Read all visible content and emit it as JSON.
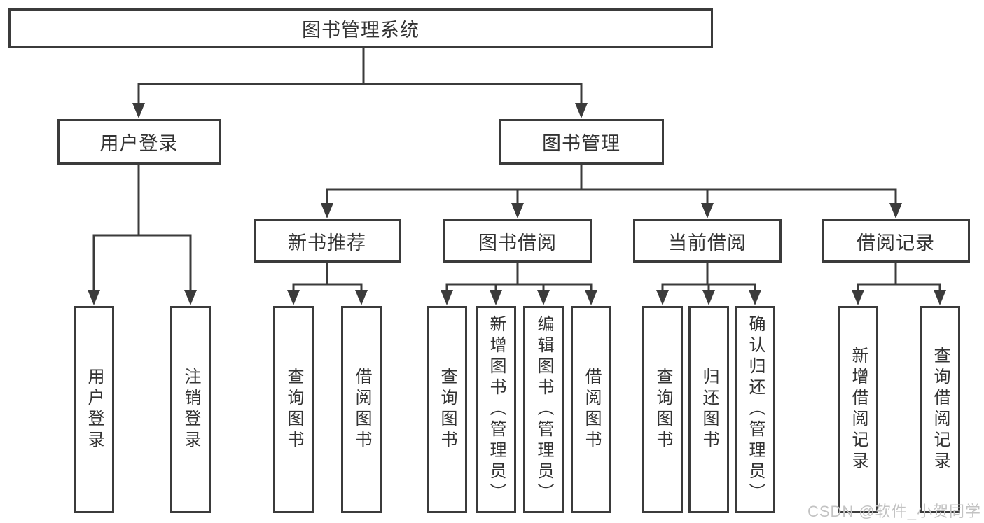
{
  "tree": {
    "root": {
      "label": "图书管理系统"
    },
    "branches": [
      {
        "label": "用户登录",
        "leaves": [
          {
            "label": "用户登录"
          },
          {
            "label": "注销登录"
          }
        ]
      },
      {
        "label": "图书管理",
        "groups": [
          {
            "label": "新书推荐",
            "leaves": [
              {
                "label": "查询图书"
              },
              {
                "label": "借阅图书"
              }
            ]
          },
          {
            "label": "图书借阅",
            "leaves": [
              {
                "label": "查询图书"
              },
              {
                "label": "新增图书（管理员）"
              },
              {
                "label": "编辑图书（管理员）"
              },
              {
                "label": "借阅图书"
              }
            ]
          },
          {
            "label": "当前借阅",
            "leaves": [
              {
                "label": "查询图书"
              },
              {
                "label": "归还图书"
              },
              {
                "label": "确认归还（管理员）"
              }
            ]
          },
          {
            "label": "借阅记录",
            "leaves": [
              {
                "label": "新增借阅记录"
              },
              {
                "label": "查询借阅记录"
              }
            ]
          }
        ]
      }
    ]
  },
  "watermark": {
    "text": "CSDN @软件_小贺同学"
  },
  "colors": {
    "line": "#3b3b3b",
    "box_border": "#3b3b3b",
    "text": "#333333",
    "background": "#ffffff",
    "watermark": "#c3c3c3"
  }
}
